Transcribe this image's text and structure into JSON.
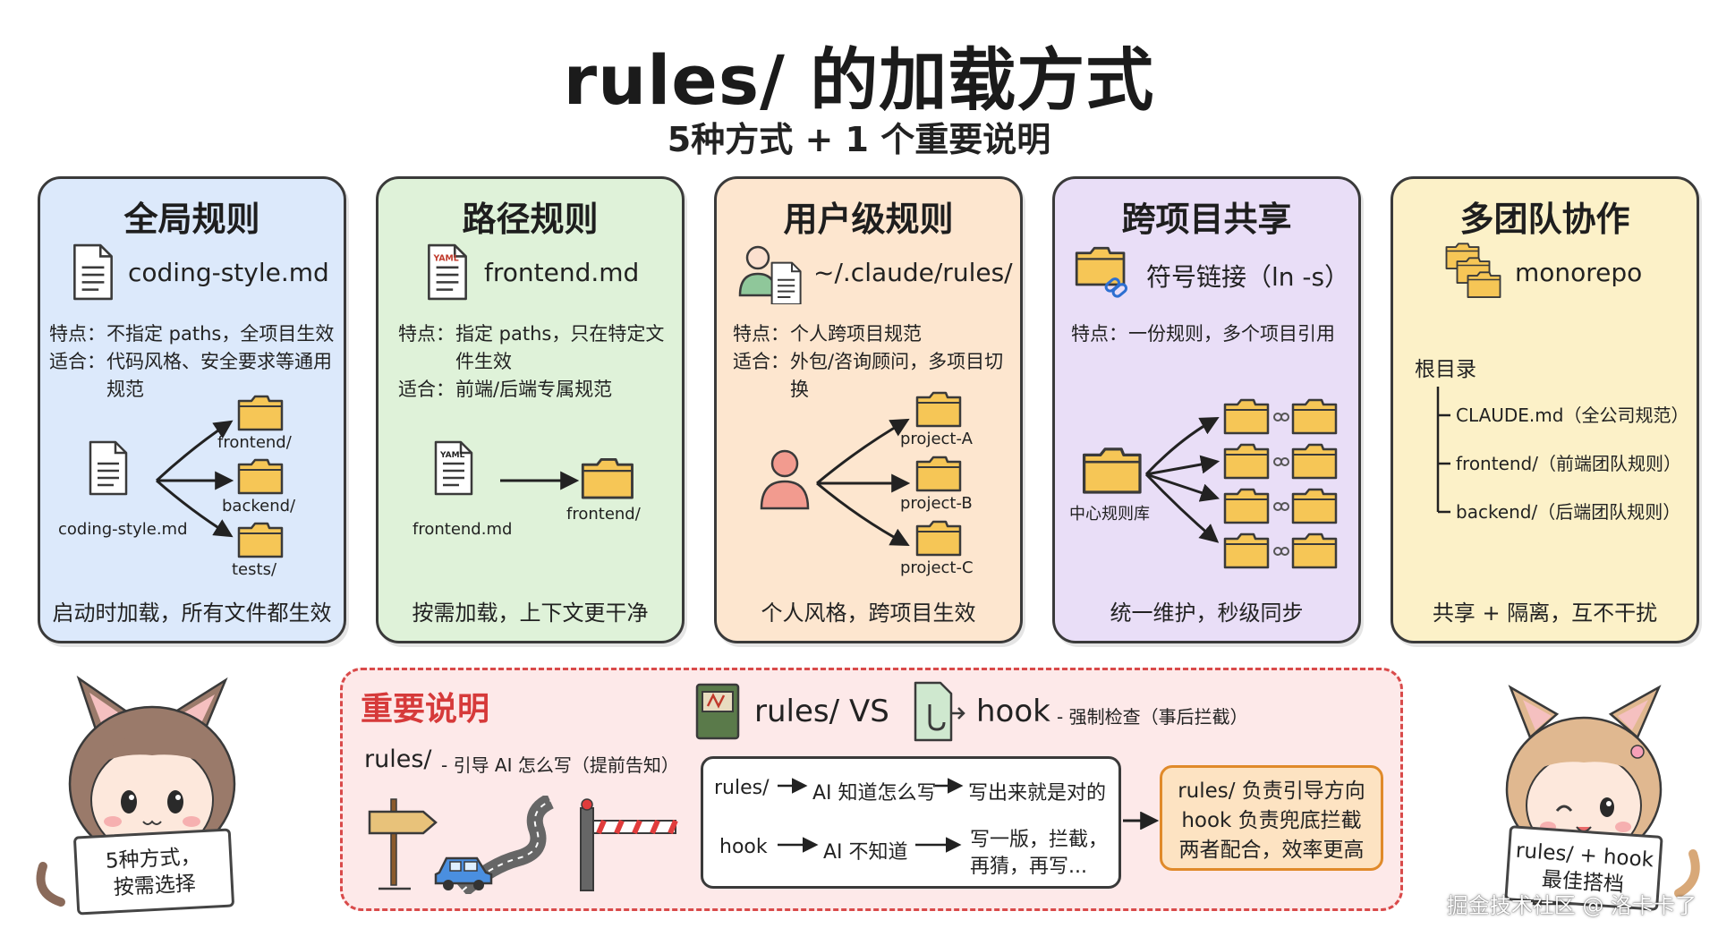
{
  "title": "rules/ 的加载方式",
  "subtitle": "5种方式 + 1 个重要说明",
  "cards": [
    {
      "title": "全局规则",
      "color": "#dce9fb",
      "icon": "document-icon",
      "file": "coding-style.md",
      "features": [
        {
          "k": "特点：",
          "v": "不指定 paths，全项目生效"
        },
        {
          "k": "适合：",
          "v": "代码风格、安全要求等通用规范"
        }
      ],
      "diagram": {
        "source": "coding-style.md",
        "targets": [
          "frontend/",
          "backend/",
          "tests/"
        ]
      },
      "footer": "启动时加载，所有文件都生效"
    },
    {
      "title": "路径规则",
      "color": "#dff2d9",
      "icon": "yaml-file-icon",
      "file": "frontend.md",
      "features": [
        {
          "k": "特点：",
          "v": "指定 paths，只在特定文件生效"
        },
        {
          "k": "适合：",
          "v": "前端/后端专属规范"
        }
      ],
      "diagram": {
        "source": "frontend.md",
        "targets": [
          "frontend/"
        ]
      },
      "footer": "按需加载，上下文更干净"
    },
    {
      "title": "用户级规则",
      "color": "#fde6cf",
      "icon": "user-document-icon",
      "file": "~/.claude/rules/",
      "features": [
        {
          "k": "特点：",
          "v": "个人跨项目规范"
        },
        {
          "k": "适合：",
          "v": "外包/咨询顾问，多项目切换"
        }
      ],
      "diagram": {
        "source": "",
        "targets": [
          "project-A",
          "project-B",
          "project-C"
        ]
      },
      "footer": "个人风格，跨项目生效"
    },
    {
      "title": "跨项目共享",
      "color": "#e9def7",
      "icon": "folder-link-icon",
      "file": "符号链接（ln -s）",
      "features": [
        {
          "k": "特点：",
          "v": "一份规则，多个项目引用"
        }
      ],
      "diagram": {
        "source": "中心规则库",
        "targets": []
      },
      "footer": "统一维护，秒级同步"
    },
    {
      "title": "多团队协作",
      "color": "#fcf1c8",
      "icon": "multi-folder-icon",
      "file": "monorepo",
      "features": [],
      "diagram": {
        "root": "根目录",
        "tree": [
          "CLAUDE.md（全公司规范）",
          "frontend/（前端团队规则）",
          "backend/（后端团队规则）"
        ]
      },
      "footer": "共享 + 隔离，互不干扰"
    }
  ],
  "note": {
    "heading": "重要说明",
    "vs_left": "rules/",
    "vs": "VS",
    "vs_right": "hook",
    "vs_right_desc": "- 强制检查（事后拦截）",
    "rules_line": "rules/",
    "rules_desc": "- 引导 AI 怎么写（提前告知）",
    "flow": {
      "r1a": "rules/",
      "r1b": "AI 知道怎么写",
      "r1c": "写出来就是对的",
      "r2a": "hook",
      "r2b": "AI 不知道",
      "r2c1": "写一版，拦截，",
      "r2c2": "再猜，再写..."
    },
    "summary": [
      "rules/ 负责引导方向",
      "hook 负责兜底拦截",
      "两者配合，效率更高"
    ]
  },
  "left_sign": [
    "5种方式，",
    "按需选择"
  ],
  "right_sign": [
    "rules/ + hook",
    "最佳搭档"
  ],
  "watermark": "掘金技术社区 @ 洛卡卡了"
}
